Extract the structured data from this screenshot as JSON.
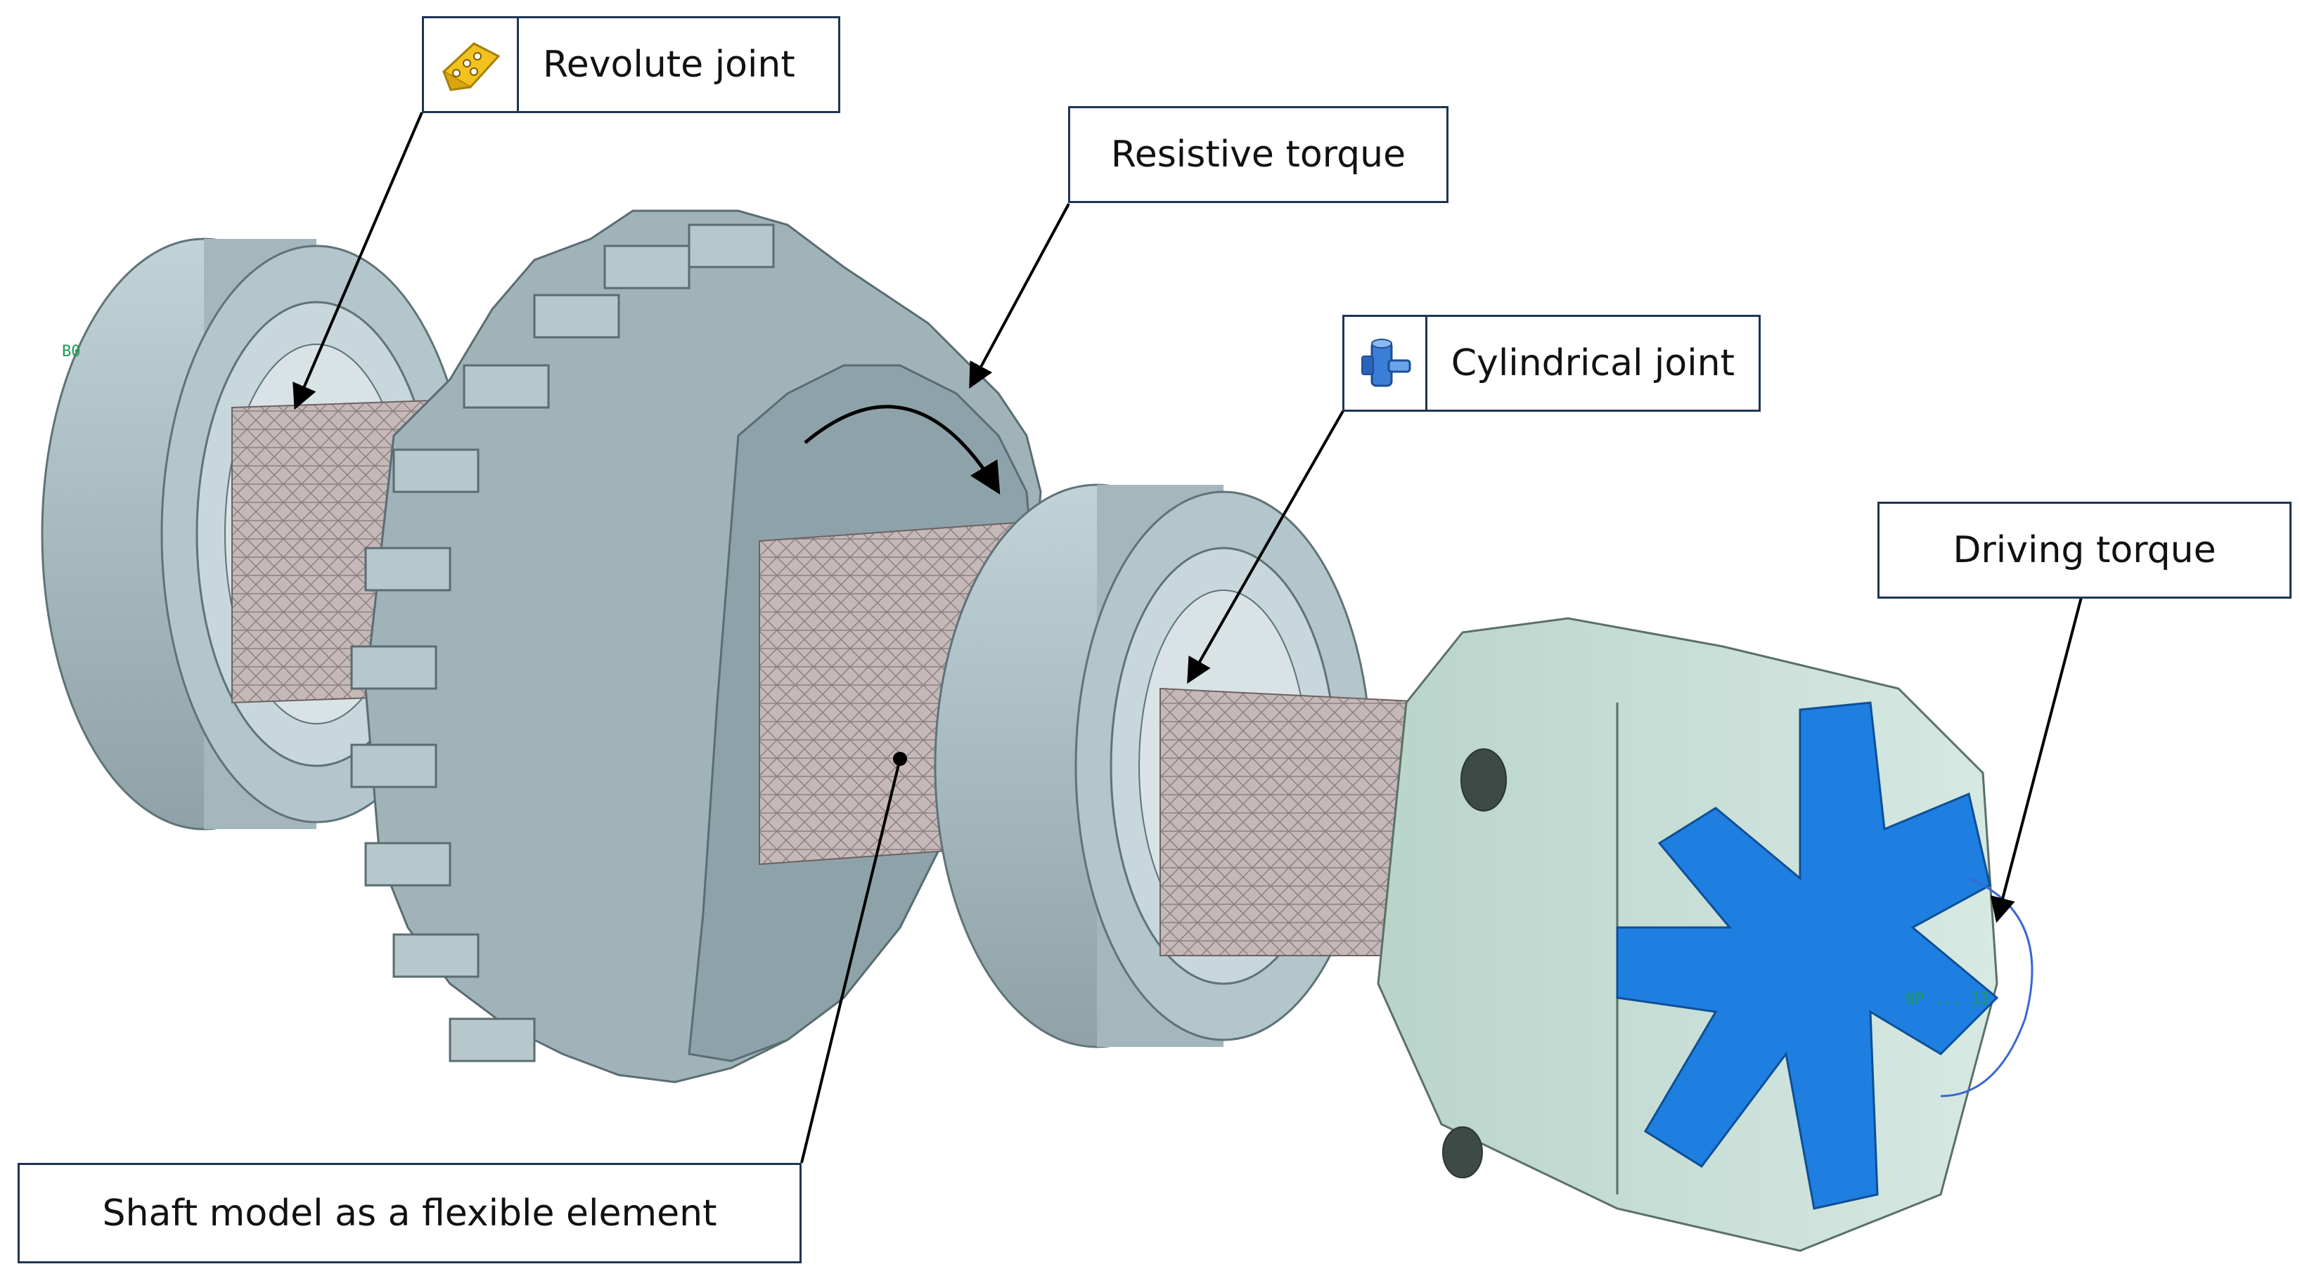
{
  "labels": {
    "revolute": "Revolute joint",
    "resistive": "Resistive torque",
    "cylindrical": "Cylindrical joint",
    "driving": "Driving torque",
    "shaft": "Shaft model as a flexible element"
  },
  "marker_tags": {
    "left": "B0",
    "right": "NP ... 13"
  },
  "icons": {
    "revolute": "revolute-joint-icon",
    "cylindrical": "cylindrical-joint-icon"
  },
  "colors": {
    "outline": "#1f3553",
    "metal": "#a8bcc2",
    "metal_dark": "#7f9398",
    "coupling": "#c9e0d8",
    "spider": "#1e7fe0",
    "mesh": "#b7a8a8",
    "revolute_icon": "#f3c21f",
    "cylindrical_icon": "#3b7ed8"
  }
}
